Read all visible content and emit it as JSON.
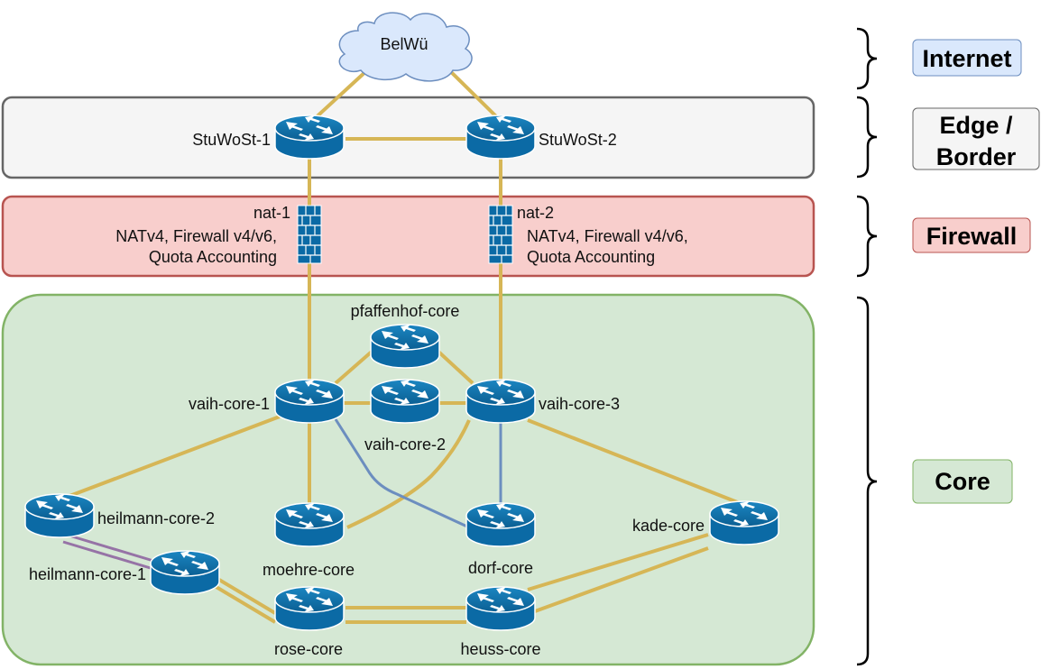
{
  "cloud": {
    "label": "BelWü"
  },
  "layers": {
    "internet": {
      "label": "Internet",
      "color": "#dae8fc"
    },
    "edge": {
      "line1": "Edge /",
      "line2": "Border",
      "color": "#f5f5f5"
    },
    "firewall": {
      "label": "Firewall",
      "color": "#f8cecc"
    },
    "core": {
      "label": "Core",
      "color": "#d5e8d4"
    }
  },
  "firewalls": {
    "nat1": {
      "name": "nat-1",
      "desc1": "NATv4, Firewall v4/v6,",
      "desc2": "Quota Accounting"
    },
    "nat2": {
      "name": "nat-2",
      "desc1": "NATv4, Firewall v4/v6,",
      "desc2": "Quota Accounting"
    }
  },
  "routers": {
    "stuwost1": "StuWoSt-1",
    "stuwost2": "StuWoSt-2",
    "pfaffenhof": "pfaffenhof-core",
    "vaih1": "vaih-core-1",
    "vaih2": "vaih-core-2",
    "vaih3": "vaih-core-3",
    "heilmann2": "heilmann-core-2",
    "heilmann1": "heilmann-core-1",
    "moehre": "moehre-core",
    "dorf": "dorf-core",
    "kade": "kade-core",
    "rose": "rose-core",
    "heuss": "heuss-core"
  },
  "link_colors": {
    "gold": "#d6b656",
    "blue": "#6c8ebf",
    "purple": "#9673a6"
  }
}
